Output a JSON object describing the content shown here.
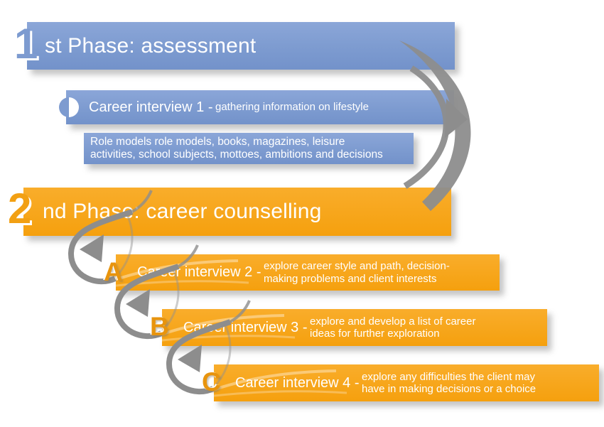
{
  "phases": [
    {
      "numeral": "1",
      "label": "st Phase: assessment",
      "theme": "blue"
    },
    {
      "numeral": "2",
      "label": "nd Phase: career counselling",
      "theme": "orange"
    }
  ],
  "interviews": [
    {
      "marker": "sphere",
      "title": "Career interview 1 -",
      "desc_lines": [
        "gathering information on lifestyle"
      ]
    },
    {
      "marker": "A",
      "title": "Career interview 2 -",
      "desc_lines": [
        "explore career style and path, decision-",
        "making problems and client interests"
      ]
    },
    {
      "marker": "B",
      "title": "Career interview 3 -",
      "desc_lines": [
        "explore and develop a list of career",
        "ideas for further exploration"
      ]
    },
    {
      "marker": "C",
      "title": "Career interview 4 -",
      "desc_lines": [
        "explore any difficulties the client may",
        "have in making decisions or a choice"
      ]
    }
  ],
  "note": {
    "lines": [
      "Role models role models, books, magazines, leisure",
      "activities, school subjects, mottoes, ambitions and decisions"
    ]
  },
  "colors": {
    "phase1_blue": "#7d9bd0",
    "phase2_orange": "#f6a414",
    "marker_letter_orange": "#e8940d",
    "arrow_gray": "#8d8d8d",
    "text_white": "#ffffff",
    "background": "#ffffff"
  },
  "icons": {
    "phase_transition": "curved-double-arc-right-arrow",
    "step_transition": "swirl-left-arrow",
    "interview1_marker": "half-blue-half-white-sphere"
  }
}
